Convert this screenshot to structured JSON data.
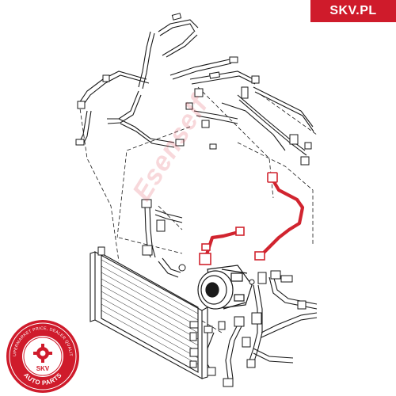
{
  "brand": {
    "label": "SKV.PL",
    "color": "#cf1b2b"
  },
  "watermark": {
    "text": "Esenself",
    "color": "#d62837"
  },
  "seal": {
    "top_text": "SUPERMARKET PRICE, DEALER QUALITY",
    "center_text": "SKV",
    "bottom_text": "AUTO PARTS"
  },
  "diagram": {
    "line_color": "#1a1a1a",
    "highlight_color": "#d1242f"
  }
}
